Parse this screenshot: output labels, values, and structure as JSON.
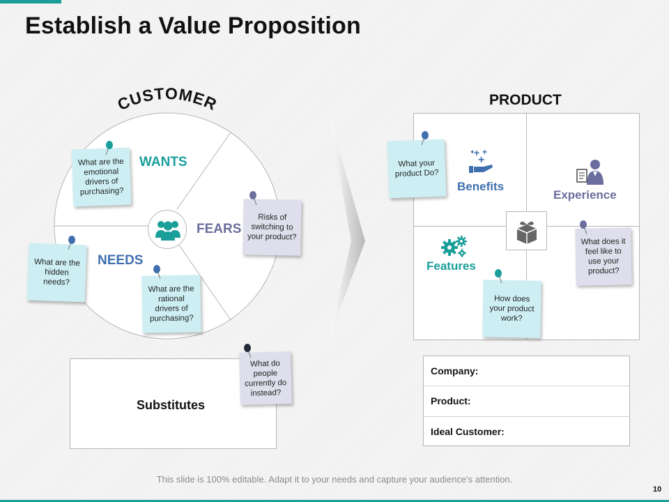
{
  "title": "Establish a Value Proposition",
  "customer": {
    "heading": "CUSTOMER",
    "segments": {
      "wants": "WANTS",
      "fears": "FEARS",
      "needs": "NEEDS"
    },
    "notes": {
      "wants": "What are the emotional drivers of purchasing?",
      "fears": "Risks of switching to your product?",
      "needs": "What are the hidden needs?",
      "rational": "What are the rational drivers of purchasing?"
    },
    "center_icon": "people-icon"
  },
  "substitutes": {
    "label": "Substitutes",
    "note": "What do people currently do instead?"
  },
  "product": {
    "heading": "PRODUCT",
    "quadrants": {
      "benefits": "Benefits",
      "experience": "Experience",
      "features": "Features"
    },
    "notes": {
      "benefits": "What your product Do?",
      "experience": "What does it feel like to use your product?",
      "features": "How does your product work?"
    },
    "center_icon": "gift-box-icon"
  },
  "info": {
    "company": "Company:",
    "product": "Product:",
    "ideal_customer": "Ideal Customer:"
  },
  "footer": "This slide is 100% editable. Adapt it to your needs and capture your audience's attention.",
  "page_number": "10",
  "colors": {
    "teal": "#1a9e9a",
    "blue": "#3f6fae",
    "purple": "#6a6d9d",
    "note_cyan": "#cdeff3",
    "note_lavender": "#dedeec"
  }
}
